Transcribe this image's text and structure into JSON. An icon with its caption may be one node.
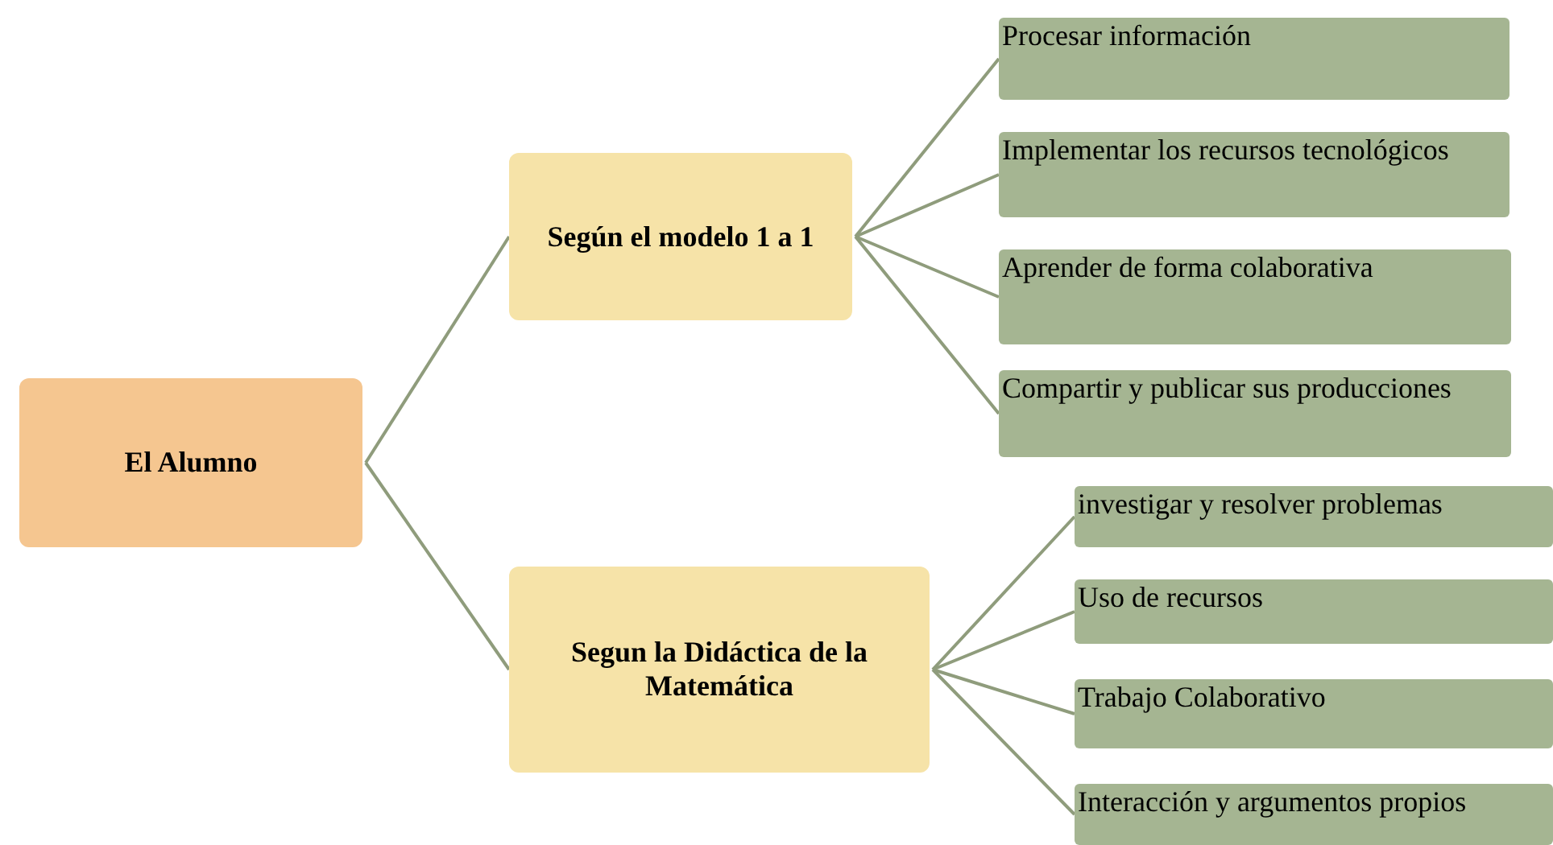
{
  "diagram": {
    "nodes": [
      {
        "text": [
          "El Alumno"
        ]
      },
      {
        "text": [
          "Según el modelo 1 a 1"
        ]
      },
      {
        "text": [
          "Segun la Didáctica de la Matemática"
        ]
      },
      {
        "text": [
          "Procesar información"
        ]
      },
      {
        "text": [
          "Implementar los recursos tecnológicos"
        ]
      },
      {
        "text": [
          "Aprender de forma colaborativa"
        ]
      },
      {
        "text": [
          "Compartir y publicar sus producciones"
        ]
      },
      {
        "text": [
          "investigar y resolver problemas"
        ]
      },
      {
        "text": [
          "Uso de recursos"
        ]
      },
      {
        "text": [
          "Trabajo Colaborativo"
        ]
      },
      {
        "text": [
          "Interacción y argumentos propios"
        ]
      }
    ],
    "edges": [
      {
        "from": 0,
        "to": 1,
        "arrow": "none"
      },
      {
        "from": 0,
        "to": 2,
        "arrow": "none"
      },
      {
        "from": 1,
        "to": 3,
        "arrow": "none"
      },
      {
        "from": 1,
        "to": 4,
        "arrow": "none"
      },
      {
        "from": 1,
        "to": 5,
        "arrow": "none"
      },
      {
        "from": 1,
        "to": 6,
        "arrow": "none"
      },
      {
        "from": 2,
        "to": 7,
        "arrow": "none"
      },
      {
        "from": 2,
        "to": 8,
        "arrow": "none"
      },
      {
        "from": 2,
        "to": 9,
        "arrow": "none"
      },
      {
        "from": 2,
        "to": 10,
        "arrow": "none"
      }
    ]
  }
}
